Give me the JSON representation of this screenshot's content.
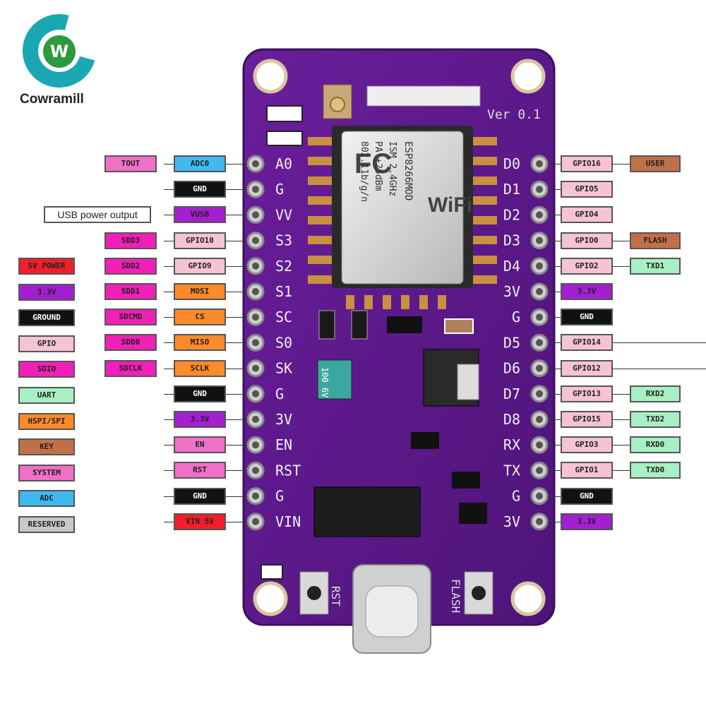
{
  "brand": {
    "name": "Cowramill",
    "logo_letter": "W"
  },
  "board": {
    "version_label": "Ver 0.1",
    "module_label": "ESP8266MOD",
    "module_lines": [
      "ISM 2.4GHz",
      "PA +25dBm",
      "802.11b/g/n"
    ],
    "wifi_label": "WiFi",
    "fcc_label": "FC",
    "button_rst": "RST",
    "button_flash": "FLASH",
    "cap_label": "100 6V",
    "left_pins": [
      "A0",
      "G",
      "VV",
      "S3",
      "S2",
      "S1",
      "SC",
      "S0",
      "SK",
      "G",
      "3V",
      "EN",
      "RST",
      "G",
      "VIN"
    ],
    "right_pins": [
      "D0",
      "D1",
      "D2",
      "D3",
      "D4",
      "3V",
      "G",
      "D5",
      "D6",
      "D7",
      "D8",
      "RX",
      "TX",
      "G",
      "3V"
    ]
  },
  "colors": {
    "board": "#5e1a8c",
    "board_edge": "#4a1270",
    "5V POWER": "#f01f2a",
    "3.3V": "#a31fd0",
    "GROUND": "#111111",
    "GPIO": "#f6c3d6",
    "SDIO": "#f020b8",
    "UART": "#a8f0c4",
    "HSPI/SPI": "#ff8a2a",
    "KEY": "#c07048",
    "SYSTEM": "#f070c8",
    "ADC": "#40b8f0",
    "RESERVED": "#c8c8c8",
    "PLAIN": "#ffffff"
  },
  "legend": [
    "5V POWER",
    "3.3V",
    "GROUND",
    "GPIO",
    "SDIO",
    "UART",
    "HSPI/SPI",
    "KEY",
    "SYSTEM",
    "ADC",
    "RESERVED"
  ],
  "left_labels": [
    [
      {
        "t": "TOUT",
        "c": "SYSTEM"
      },
      {
        "t": "ADC0",
        "c": "ADC"
      }
    ],
    [
      {
        "t": "GND",
        "c": "GROUND"
      }
    ],
    [
      {
        "t": "USB power output",
        "c": "PLAIN"
      },
      {
        "t": "VUSB",
        "c": "3.3V"
      }
    ],
    [
      {
        "t": "SDD3",
        "c": "SDIO"
      },
      {
        "t": "GPIO10",
        "c": "GPIO"
      }
    ],
    [
      {
        "t": "SDD2",
        "c": "SDIO"
      },
      {
        "t": "GPIO9",
        "c": "GPIO"
      }
    ],
    [
      {
        "t": "SDD1",
        "c": "SDIO"
      },
      {
        "t": "MOSI",
        "c": "HSPI/SPI"
      }
    ],
    [
      {
        "t": "SDCMD",
        "c": "SDIO"
      },
      {
        "t": "CS",
        "c": "HSPI/SPI"
      }
    ],
    [
      {
        "t": "SDD0",
        "c": "SDIO"
      },
      {
        "t": "MISO",
        "c": "HSPI/SPI"
      }
    ],
    [
      {
        "t": "SDCLK",
        "c": "SDIO"
      },
      {
        "t": "SCLK",
        "c": "HSPI/SPI"
      }
    ],
    [
      {
        "t": "GND",
        "c": "GROUND"
      }
    ],
    [
      {
        "t": "3.3V",
        "c": "3.3V"
      }
    ],
    [
      {
        "t": "EN",
        "c": "SYSTEM"
      }
    ],
    [
      {
        "t": "RST",
        "c": "SYSTEM"
      }
    ],
    [
      {
        "t": "GND",
        "c": "GROUND"
      }
    ],
    [
      {
        "t": "VIN 5V",
        "c": "5V POWER"
      }
    ]
  ],
  "right_labels": [
    [
      {
        "t": "GPIO16",
        "c": "GPIO"
      },
      {
        "t": "USER",
        "c": "KEY"
      }
    ],
    [
      {
        "t": "GPIO5",
        "c": "GPIO"
      }
    ],
    [
      {
        "t": "GPIO4",
        "c": "GPIO"
      }
    ],
    [
      {
        "t": "GPIO0",
        "c": "GPIO"
      },
      {
        "t": "FLASH",
        "c": "KEY"
      }
    ],
    [
      {
        "t": "GPIO2",
        "c": "GPIO"
      },
      {
        "t": "TXD1",
        "c": "UART"
      }
    ],
    [
      {
        "t": "3.3V",
        "c": "3.3V"
      }
    ],
    [
      {
        "t": "GND",
        "c": "GROUND"
      }
    ],
    [
      {
        "t": "GPIO14",
        "c": "GPIO"
      }
    ],
    [
      {
        "t": "GPIO12",
        "c": "GPIO"
      }
    ],
    [
      {
        "t": "GPIO13",
        "c": "GPIO"
      },
      {
        "t": "RXD2",
        "c": "UART"
      }
    ],
    [
      {
        "t": "GPIO15",
        "c": "GPIO"
      },
      {
        "t": "TXD2",
        "c": "UART"
      }
    ],
    [
      {
        "t": "GPIO3",
        "c": "GPIO"
      },
      {
        "t": "RXD0",
        "c": "UART"
      }
    ],
    [
      {
        "t": "GPIO1",
        "c": "GPIO"
      },
      {
        "t": "TXD0",
        "c": "UART"
      }
    ],
    [
      {
        "t": "GND",
        "c": "GROUND"
      }
    ],
    [
      {
        "t": "3.3V",
        "c": "3.3V"
      }
    ]
  ]
}
